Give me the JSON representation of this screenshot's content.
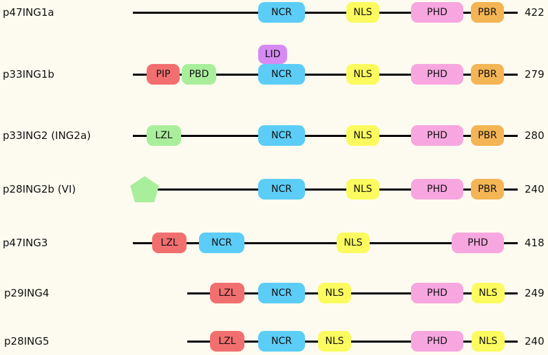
{
  "colors": {
    "NCR": "#5ccdf7",
    "NLS": "#fbfb5f",
    "PHD": "#f8a6e0",
    "PBR": "#f4b555",
    "PIP": "#f26f6f",
    "PBD": "#a9ef9b",
    "LZL_green": "#a9ef9b",
    "LZL_red": "#f26f6f",
    "LID": "#d58bf2",
    "pentagon": "#a9ef9b"
  },
  "proteins": [
    {
      "name": "p47ING1a",
      "length": "422",
      "domains": [
        "NCR",
        "NLS",
        "PHD",
        "PBR"
      ]
    },
    {
      "name": "p33ING1b",
      "length": "279",
      "domains": [
        "PIP",
        "PBD",
        "LID",
        "NCR",
        "NLS",
        "PHD",
        "PBR"
      ]
    },
    {
      "name": "p33ING2 (ING2a)",
      "length": "280",
      "domains": [
        "LZL",
        "NCR",
        "NLS",
        "PHD",
        "PBR"
      ]
    },
    {
      "name": "p28ING2b (VI)",
      "length": "240",
      "domains": [
        "NCR",
        "NLS",
        "PHD",
        "PBR"
      ]
    },
    {
      "name": "p47ING3",
      "length": "418",
      "domains": [
        "LZL",
        "NCR",
        "NLS",
        "PHD"
      ]
    },
    {
      "name": "p29ING4",
      "length": "249",
      "domains": [
        "LZL",
        "NCR",
        "NLS",
        "PHD",
        "NLS"
      ]
    },
    {
      "name": "p28ING5",
      "length": "240",
      "domains": [
        "LZL",
        "NCR",
        "NLS",
        "PHD",
        "NLS"
      ]
    }
  ]
}
